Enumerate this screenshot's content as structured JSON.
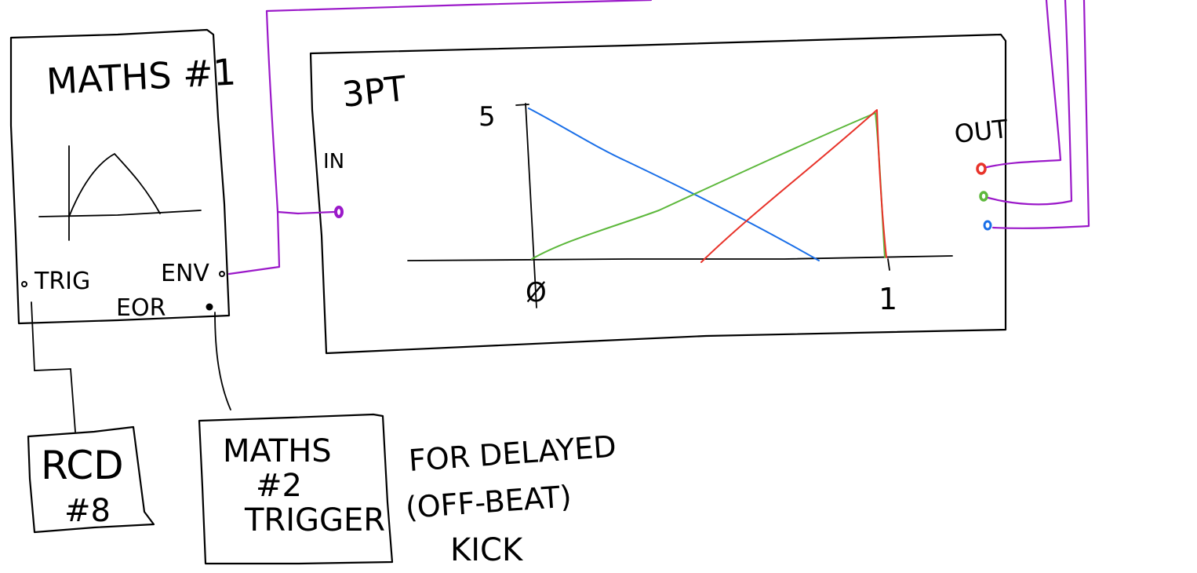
{
  "colors": {
    "ink": "#000000",
    "cable": "#9b19c9",
    "red": "#e8332a",
    "green": "#5db83c",
    "blue": "#1a6fe8",
    "note": "#9a9a9a"
  },
  "maths1": {
    "title": "MATHS #1",
    "trig_label": "TRIG",
    "env_label": "ENV",
    "eor_label": "EOR"
  },
  "rcd": {
    "line1": "RCD",
    "line2": "#8"
  },
  "maths2": {
    "line1": "MATHS",
    "line2": "#2",
    "line3": "TRIGGER"
  },
  "note": {
    "line1": "FOR DELAYED",
    "line2": "(OFF-BEAT)",
    "line3": "KICK"
  },
  "threept": {
    "title": "3PT",
    "in_label": "IN",
    "out_label": "OUT",
    "y_tick": "5",
    "x_tick_0": "Ø",
    "x_tick_1": "1"
  }
}
